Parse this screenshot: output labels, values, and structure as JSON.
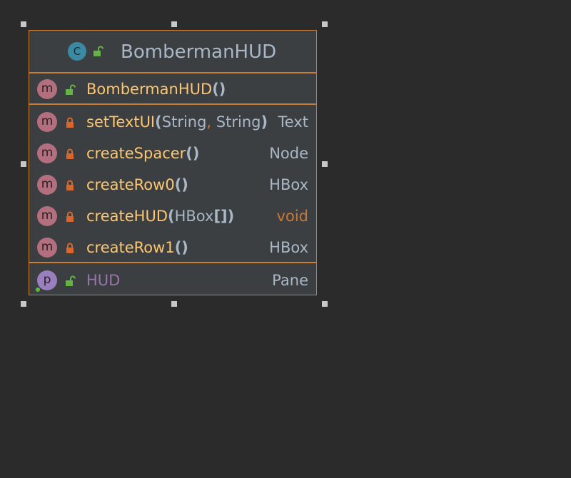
{
  "class": {
    "kind_icon": "C",
    "name": "BombermanHUD",
    "access": "public"
  },
  "constructor": {
    "badge": "m",
    "access": "public",
    "name": "BombermanHUD",
    "parens": "()"
  },
  "methods": [
    {
      "badge": "m",
      "access": "private",
      "name": "setTextUI",
      "open": "(",
      "param1": "String",
      "comma": ",",
      "param2": " String",
      "close": ")",
      "return_type": "Text"
    },
    {
      "badge": "m",
      "access": "private",
      "name": "createSpacer",
      "parens": "()",
      "return_type": "Node"
    },
    {
      "badge": "m",
      "access": "private",
      "name": "createRow0",
      "parens": "()",
      "return_type": "HBox"
    },
    {
      "badge": "m",
      "access": "private",
      "name": "createHUD",
      "open": "(",
      "param1": "HBox",
      "brackets": "[]",
      "close": ")",
      "return_type": "void"
    },
    {
      "badge": "m",
      "access": "private",
      "name": "createRow1",
      "parens": "()",
      "return_type": "HBox"
    }
  ],
  "fields": [
    {
      "badge": "p",
      "access": "public",
      "name": "HUD",
      "type": "Pane"
    }
  ],
  "icons": {
    "class": "class-icon",
    "method": "method-icon",
    "property": "property-icon",
    "public": "unlocked-icon",
    "private": "locked-icon"
  },
  "colors": {
    "background": "#2b2b2b",
    "node_fill": "#3c3f41",
    "node_border": "#c77f38",
    "method_name": "#ffc66d",
    "keyword": "#cc7832",
    "field_name": "#9876aa",
    "text": "#a9b7c6"
  }
}
